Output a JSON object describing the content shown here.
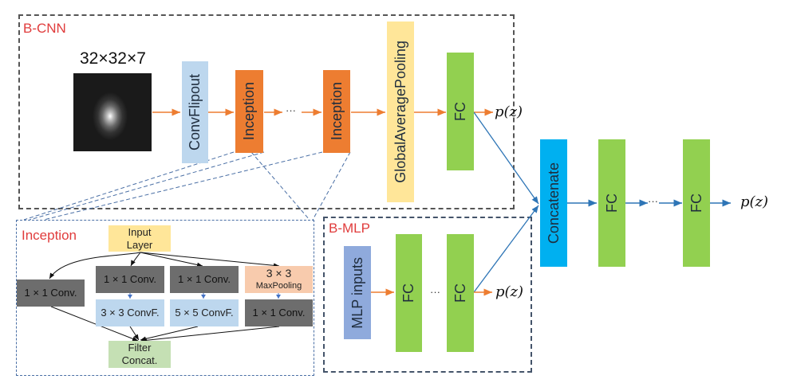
{
  "b_cnn": {
    "title": "B-CNN",
    "input_label": "32×32×7",
    "conv_flipout": "ConvFlipout",
    "inception_1": "Inception",
    "ellipsis": "···",
    "inception_2": "Inception",
    "gap": "GlobalAveragePooling",
    "fc": "FC",
    "output": "p(z)"
  },
  "inception_detail": {
    "title": "Inception",
    "input_layer": [
      "Input",
      "Layer"
    ],
    "branch1_conv": "1 × 1 Conv.",
    "branch2_conv": "1 × 1 Conv.",
    "branch2_convf": "3 × 3 ConvF.",
    "branch3_conv": "1 × 1 Conv.",
    "branch3_convf": "5 × 5 ConvF.",
    "branch4_pool": [
      "3 × 3",
      "MaxPooling"
    ],
    "branch4_conv": "1 × 1 Conv.",
    "filter_concat": [
      "Filter",
      "Concat."
    ]
  },
  "b_mlp": {
    "title": "B-MLP",
    "inputs": "MLP inputs",
    "fc1": "FC",
    "ellipsis": "···",
    "fc2": "FC",
    "output": "p(z)"
  },
  "head": {
    "concatenate": "Concatenate",
    "fc1": "FC",
    "ellipsis": "···",
    "fc2": "FC",
    "output": "p(z)"
  },
  "colors": {
    "orange": "#ed7d31",
    "light_blue": "#bdd7ee",
    "yellow": "#ffe699",
    "green": "#92d050",
    "cyan": "#00b0f0",
    "mlp_blue": "#8faadc",
    "gray": "#6d6d6d",
    "peach": "#f8cbad",
    "light_green": "#c5e0b4",
    "arrow_orange": "#ed7d31",
    "arrow_blue": "#2e75b6",
    "title_red": "#e03c3c"
  }
}
